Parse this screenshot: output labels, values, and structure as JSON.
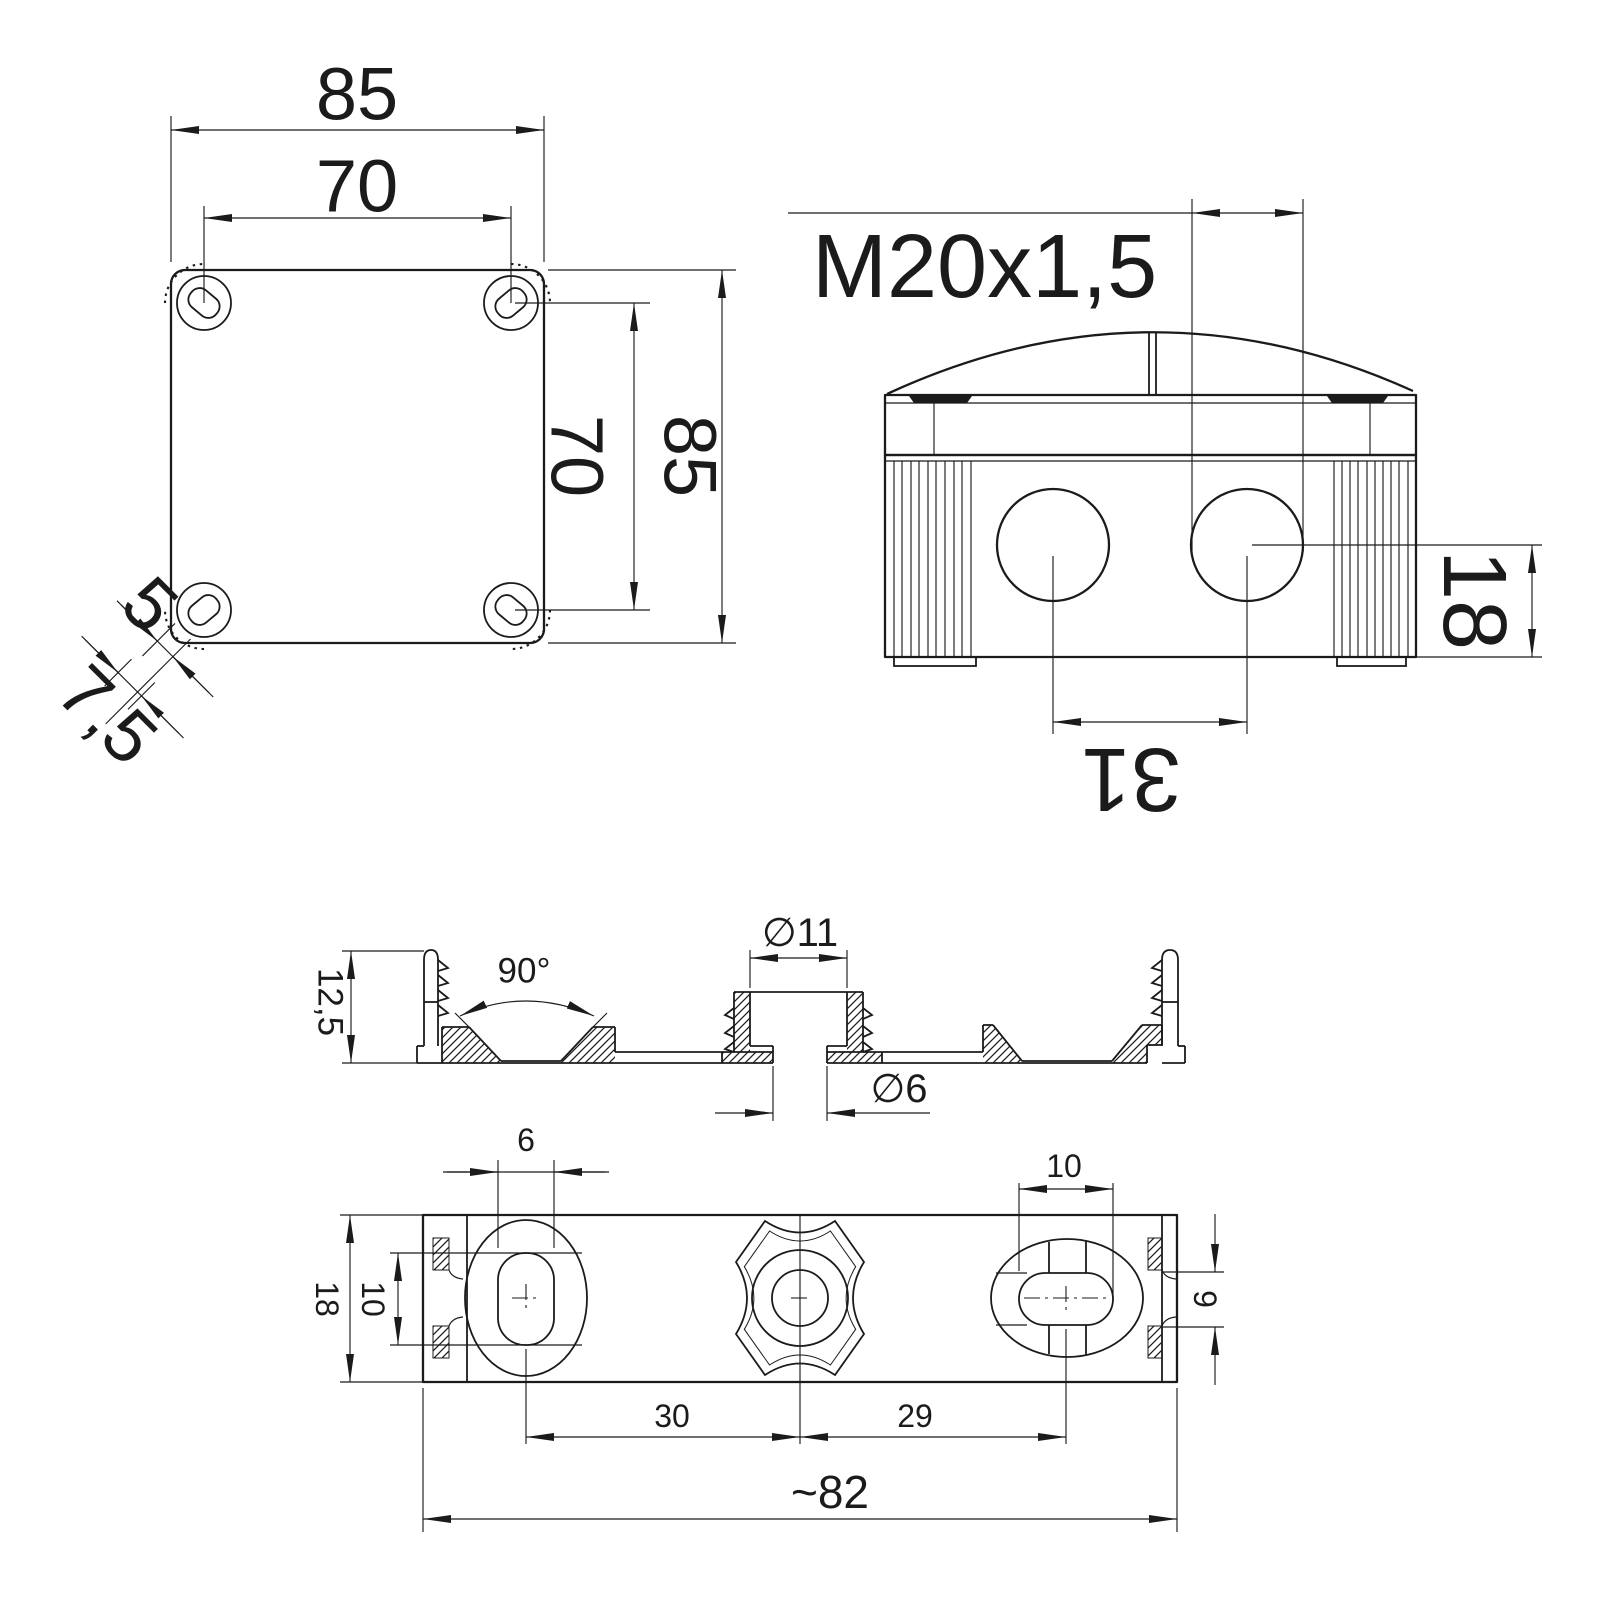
{
  "colors": {
    "ink": "#1b1b1b",
    "paper": "#ffffff"
  },
  "views": {
    "top": {
      "label": "lid-top-view",
      "width": "85",
      "hole_pitch_x": "70",
      "hole_pitch_y": "70",
      "height": "85",
      "corner_slot_width": "5",
      "corner_offset": "7,5"
    },
    "side": {
      "label": "box-side-view",
      "thread": "M20x1,5",
      "knockout_pitch": "31",
      "knockout_center_height": "18"
    },
    "section": {
      "label": "rail-cross-section",
      "height": "12,5",
      "countersink_angle": "90°",
      "boss_diameter": "∅11",
      "hole_diameter": "∅6"
    },
    "plan": {
      "label": "rail-plan-view",
      "slot1_width": "6",
      "slot1_length": "10",
      "rail_width": "18",
      "slot2_length": "10",
      "slot2_width": "9",
      "pitch_left": "30",
      "pitch_right": "29",
      "overall_length": "~82"
    }
  }
}
